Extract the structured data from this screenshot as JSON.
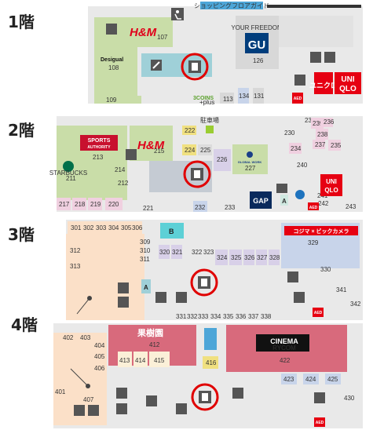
{
  "floors": [
    {
      "label": "1階"
    },
    {
      "label": "2階"
    },
    {
      "label": "3階"
    },
    {
      "label": "4階"
    }
  ],
  "floor1": {
    "rooms": [
      "107",
      "108",
      "126",
      "109",
      "113",
      "134",
      "131"
    ],
    "brands": {
      "hm": "H&M",
      "desigual": "Desigual",
      "gu_tag": "YOUR FREEDOM",
      "gu": "GU",
      "uniqlo_top": "UNI",
      "uniqlo_bottom": "QLO",
      "uniqlo_kana": "ユニクロ",
      "coins": "3COINS",
      "coins_sub": "+plus",
      "aed": "AED",
      "banner": "ショッピングフロアガイド"
    }
  },
  "floor2": {
    "rooms": [
      "213",
      "214",
      "215",
      "211",
      "212",
      "222",
      "224",
      "225",
      "226",
      "227",
      "230",
      "231",
      "232",
      "233",
      "234",
      "235",
      "236",
      "237",
      "238",
      "239",
      "240",
      "241",
      "242",
      "243",
      "217",
      "218",
      "219",
      "220",
      "221"
    ],
    "brands": {
      "sports1": "SPORTS",
      "sports2": "AUTHORITY",
      "hm": "H&M",
      "parking": "駐車場",
      "global_work": "GLOBAL WORK",
      "gap": "GAP",
      "uniqlo_top": "UNI",
      "uniqlo_bottom": "QLO",
      "a_marker": "A",
      "aed": "AED",
      "starbucks": "STARBUCKS"
    }
  },
  "floor3": {
    "rooms": [
      "301",
      "302",
      "303",
      "304",
      "305",
      "306",
      "312",
      "313",
      "309",
      "310",
      "311",
      "320",
      "321",
      "322",
      "323",
      "324",
      "325",
      "326",
      "327",
      "328",
      "329",
      "330",
      "341",
      "342",
      "331",
      "332",
      "333",
      "334",
      "335",
      "336",
      "337",
      "338"
    ],
    "brands": {
      "kojima": "コジマ × ビックカメラ",
      "b_marker": "B",
      "a_marker": "A",
      "aed": "AED"
    }
  },
  "floor4": {
    "rooms": [
      "402",
      "403",
      "404",
      "405",
      "406",
      "401",
      "407",
      "412",
      "413",
      "414",
      "415",
      "416",
      "422",
      "423",
      "424",
      "425",
      "430"
    ],
    "brands": {
      "restaurant": "果樹園",
      "cinema": "CINEMA",
      "cinema_sub": "RYCOM",
      "aed": "AED"
    }
  }
}
